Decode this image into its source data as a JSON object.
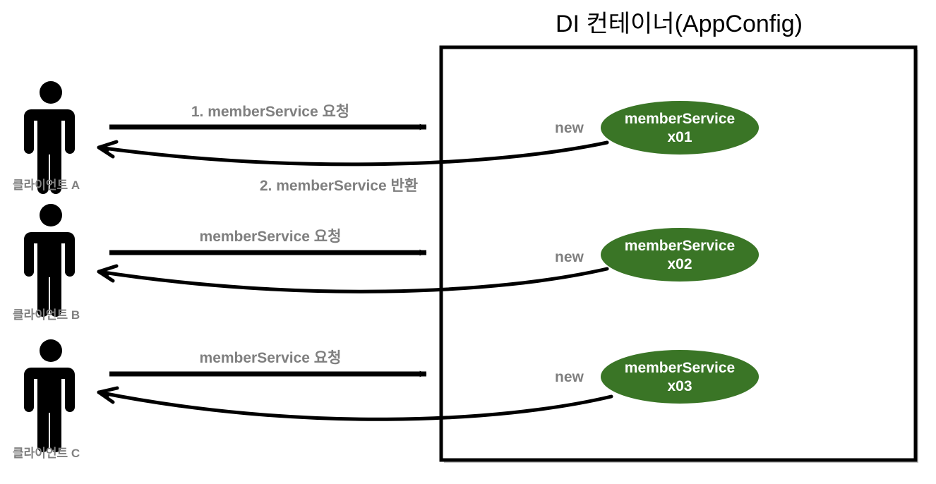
{
  "diagram": {
    "container": {
      "title": "DI 컨테이너(AppConfig)",
      "border_color": "#000000",
      "shadow_color": "#bfbfbf"
    },
    "colors": {
      "bean_fill": "#3a7526",
      "bean_text": "#ffffff",
      "label_gray": "#7f7f7f",
      "arrow_black": "#000000",
      "background": "#ffffff"
    },
    "rows": [
      {
        "client_label": "클라이언트 A",
        "request_label": "1. memberService 요청",
        "response_label": "2. memberService 반환",
        "new_label": "new",
        "bean_line1": "memberService",
        "bean_line2": "x01"
      },
      {
        "client_label": "클라이언트 B",
        "request_label": "memberService 요청",
        "response_label": "",
        "new_label": "new",
        "bean_line1": "memberService",
        "bean_line2": "x02"
      },
      {
        "client_label": "클라이언트 C",
        "request_label": "memberService 요청",
        "response_label": "",
        "new_label": "new",
        "bean_line1": "memberService",
        "bean_line2": "x03"
      }
    ],
    "icons": {
      "client": "person-icon",
      "request_arrow": "arrow-right-icon",
      "response_arrow": "curved-arrow-left-icon",
      "bean": "ellipse-bean-icon"
    }
  }
}
